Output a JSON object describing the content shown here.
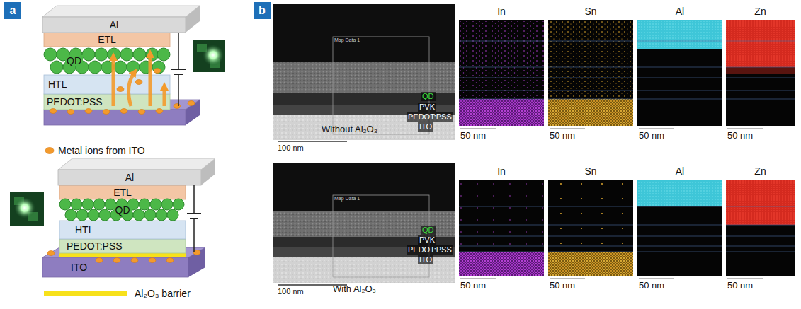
{
  "diagram": {
    "nodes": [
      {
        "text": [
          "a"
        ]
      },
      {
        "text": [
          "Al"
        ]
      },
      {
        "text": [
          "ETL"
        ]
      },
      {
        "text": [
          "QD"
        ]
      },
      {
        "text": [
          "HTL"
        ]
      },
      {
        "text": [
          "PEDOT:PSS"
        ]
      },
      {
        "text": [
          "Al"
        ]
      },
      {
        "text": [
          "ETL"
        ]
      },
      {
        "text": [
          "QD"
        ]
      },
      {
        "text": [
          "HTL"
        ]
      },
      {
        "text": [
          "PEDOT:PSS"
        ]
      },
      {
        "text": [
          "ITO"
        ]
      },
      {
        "text": [
          "b"
        ]
      },
      {
        "text": [
          "Map Data 1",
          "QD",
          "PVK",
          "PEDOT:PSS",
          "ITO",
          "Without Al₂O₃"
        ]
      },
      {
        "text": [
          "In"
        ]
      },
      {
        "text": [
          "Sn"
        ]
      },
      {
        "text": [
          "Al"
        ]
      },
      {
        "text": [
          "Zn"
        ]
      },
      {
        "text": [
          "Map Data 1",
          "QD",
          "PVK",
          "PEDOT:PSS",
          "ITO",
          "With Al₂O₃"
        ]
      },
      {
        "text": [
          "In"
        ]
      },
      {
        "text": [
          "Sn"
        ]
      },
      {
        "text": [
          "Al"
        ]
      },
      {
        "text": [
          "Zn"
        ]
      }
    ],
    "labels": [
      "100 nm",
      "50 nm",
      "50 nm",
      "50 nm",
      "50 nm",
      "100 nm",
      "50 nm",
      "50 nm",
      "50 nm",
      "50 nm"
    ],
    "legend": [
      {
        "text": "Metal ions from ITO"
      },
      {
        "text": "Al₂O₃ barrier",
        "color": "#f7e11b"
      }
    ]
  }
}
